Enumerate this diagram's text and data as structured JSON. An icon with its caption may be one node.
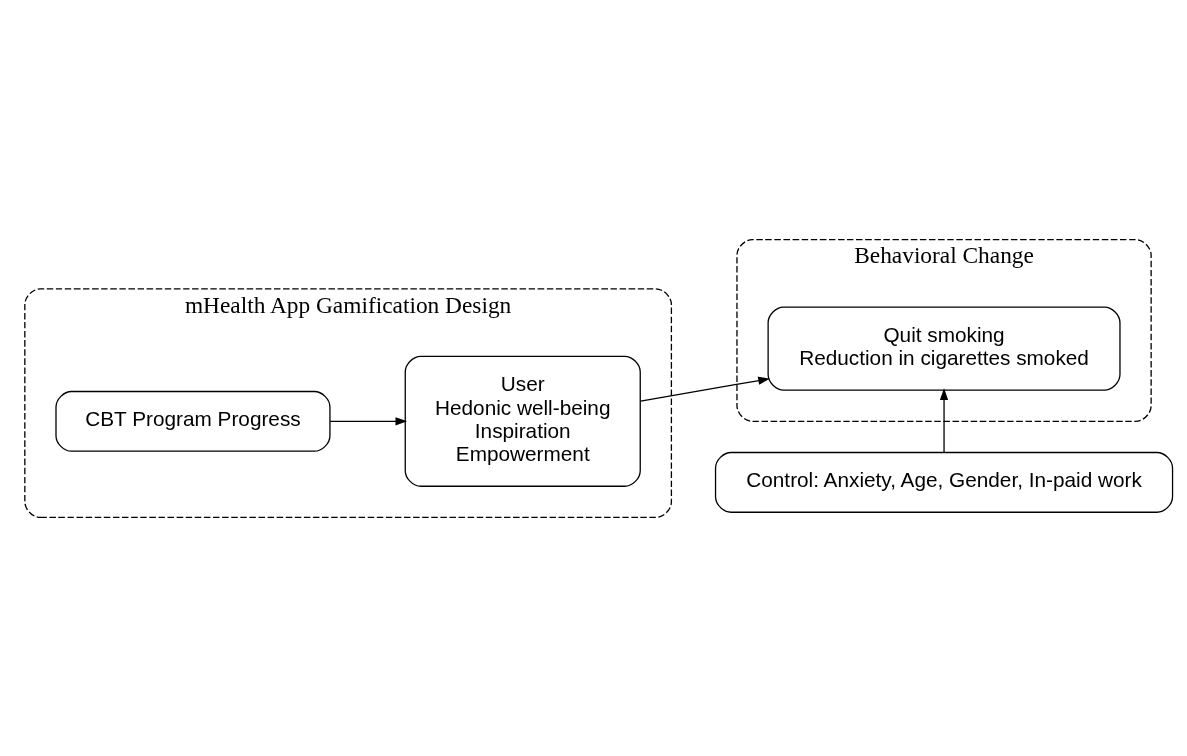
{
  "diagram": {
    "nodes": [
      {
        "text": [
          "mHealth App Gamification Design"
        ]
      },
      {
        "text": [
          "CBT Program Progress"
        ],
        "in": 0
      },
      {
        "text": [
          "User",
          "Hedonic well-being",
          "Inspiration",
          "Empowerment"
        ],
        "in": 0
      },
      {
        "text": [
          "Behavioral Change"
        ]
      },
      {
        "text": [
          "Quit smoking",
          "Reduction in cigarettes smoked"
        ],
        "in": 3
      },
      {
        "text": [
          "Control: Anxiety, Age, Gender, In-paid work"
        ]
      }
    ],
    "edges": [
      {
        "from": 1,
        "to": 2,
        "arrow": "to"
      },
      {
        "from": 2,
        "to": 4,
        "arrow": "to"
      },
      {
        "from": 5,
        "to": 4,
        "arrow": "to"
      }
    ]
  }
}
